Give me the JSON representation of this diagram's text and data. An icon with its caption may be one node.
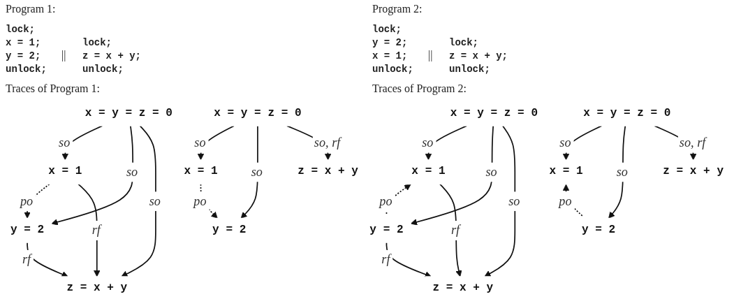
{
  "diagram": {
    "nodes": [
      {
        "text": [
          "x = y = z = 0"
        ]
      },
      {
        "text": [
          "x = 1"
        ]
      },
      {
        "text": [
          "y = 2"
        ]
      },
      {
        "text": [
          "z = x + y"
        ]
      },
      {
        "text": [
          "x = y = z = 0"
        ]
      },
      {
        "text": [
          "z = x + y"
        ]
      },
      {
        "text": [
          "x = 1"
        ]
      },
      {
        "text": [
          "y = 2"
        ]
      },
      {
        "text": [
          "x = y = z = 0"
        ]
      },
      {
        "text": [
          "x = 1"
        ]
      },
      {
        "text": [
          "y = 2"
        ]
      },
      {
        "text": [
          "z = x + y"
        ]
      },
      {
        "text": [
          "x = y = z = 0"
        ]
      },
      {
        "text": [
          "z = x + y"
        ]
      },
      {
        "text": [
          "x = 1"
        ]
      },
      {
        "text": [
          "y = 2"
        ]
      }
    ],
    "edges": [
      {
        "from": 0,
        "to": 1,
        "arrow": "to",
        "label": "so"
      },
      {
        "from": 0,
        "to": 2,
        "arrow": "to",
        "label": "so"
      },
      {
        "from": 0,
        "to": 3,
        "arrow": "to",
        "label": "so"
      },
      {
        "from": 1,
        "to": 2,
        "arrow": "to",
        "label": "po",
        "style": "dashed"
      },
      {
        "from": 1,
        "to": 3,
        "arrow": "to",
        "label": "rf"
      },
      {
        "from": 2,
        "to": 3,
        "arrow": "to",
        "label": "rf"
      },
      {
        "from": 4,
        "to": 6,
        "arrow": "to",
        "label": "so"
      },
      {
        "from": 4,
        "to": 7,
        "arrow": "to",
        "label": "so"
      },
      {
        "from": 4,
        "to": 5,
        "arrow": "to",
        "label": "so, rf"
      },
      {
        "from": 6,
        "to": 7,
        "arrow": "to",
        "label": "po",
        "style": "dashed"
      },
      {
        "from": 8,
        "to": 9,
        "arrow": "to",
        "label": "so"
      },
      {
        "from": 8,
        "to": 10,
        "arrow": "to",
        "label": "so"
      },
      {
        "from": 8,
        "to": 11,
        "arrow": "to",
        "label": "so"
      },
      {
        "from": 10,
        "to": 9,
        "arrow": "to",
        "label": "po",
        "style": "dashed"
      },
      {
        "from": 9,
        "to": 11,
        "arrow": "to",
        "label": "rf"
      },
      {
        "from": 10,
        "to": 11,
        "arrow": "to",
        "label": "rf"
      },
      {
        "from": 12,
        "to": 14,
        "arrow": "to",
        "label": "so"
      },
      {
        "from": 12,
        "to": 15,
        "arrow": "to",
        "label": "so"
      },
      {
        "from": 12,
        "to": 13,
        "arrow": "to",
        "label": "so, rf"
      },
      {
        "from": 15,
        "to": 14,
        "arrow": "to",
        "label": "po",
        "style": "dashed"
      }
    ],
    "labels": [
      "Program 1:",
      "lock;",
      "x = 1;",
      "lock;",
      "y = 2;",
      "||",
      "z = x + y;",
      "unlock;",
      "unlock;",
      "Traces of Program 1:",
      "Program 2:",
      "lock;",
      "y = 2;",
      "lock;",
      "x = 1;",
      "||",
      "z = x + y;",
      "unlock;",
      "unlock;",
      "Traces of Program 2:"
    ]
  }
}
